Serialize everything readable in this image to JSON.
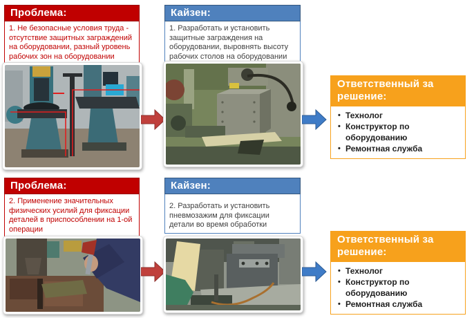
{
  "slide": {
    "rows": [
      {
        "problem": {
          "title": "Проблема:",
          "text": "1. Не безопасные условия труда - отсутствие защитных заграждений на оборудовании, разный уровень рабочих зон на оборудовании"
        },
        "kaizen": {
          "title": "Кайзен:",
          "text": "1. Разработать и установить защитные заграждения на оборудовании, выровнять высоту рабочих столов на оборудовании"
        },
        "responsible": {
          "title": "Ответственный за решение:",
          "items": [
            "Технолог",
            "Конструктор по оборудованию",
            "Ремонтная служба"
          ]
        },
        "photos": {
          "left": "two machines with unequal work-table heights marked with red measurement lines",
          "middle": "machine with box fixture installed on levelled work table"
        }
      },
      {
        "problem": {
          "title": "Проблема:",
          "text": "2. Применение значительных физических усилий для фиксации деталей в приспособлении на 1-ой операции"
        },
        "kaizen": {
          "title": "Кайзен:",
          "text": "2. Разработать и установить пневмозажим для фиксации детали во время обработки"
        },
        "responsible": {
          "title": "Ответственный за решение:",
          "items": [
            "Технолог",
            "Конструктор по оборудованию",
            "Ремонтная служба"
          ]
        },
        "photos": {
          "left": "worker tightening fixture with a wrench by hand",
          "middle": "machine fixture with pneumatic clamp and copper air line"
        }
      }
    ],
    "colors": {
      "problem_red": "#C00000",
      "kaizen_blue": "#4F81BD",
      "responsible_orange": "#F7A11C",
      "arrow_red": "#C0403C",
      "arrow_blue": "#3F7CC7"
    }
  }
}
